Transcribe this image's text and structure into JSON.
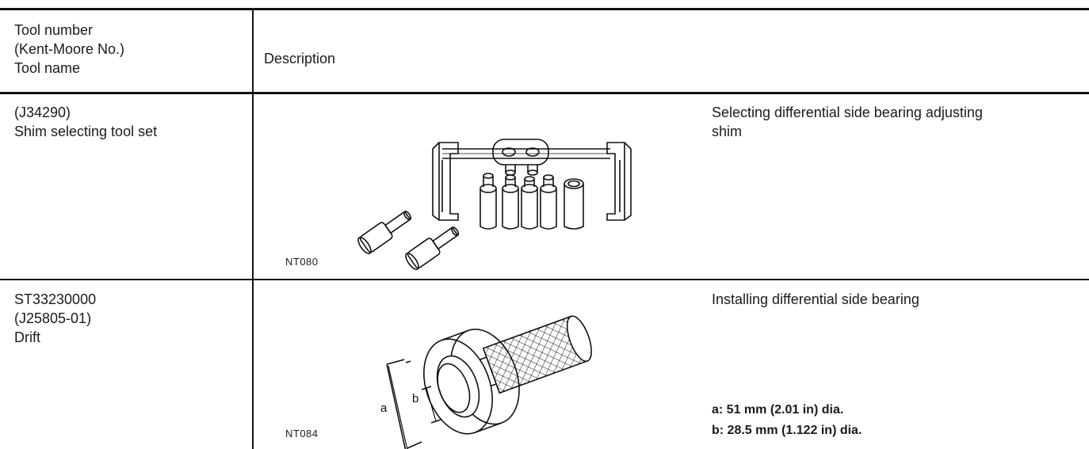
{
  "header": {
    "col1_lines": [
      "Tool number",
      "(Kent-Moore No.)",
      "Tool name"
    ],
    "col2": "Description"
  },
  "rows": [
    {
      "tool_lines": [
        "(J34290)",
        "Shim selecting tool set"
      ],
      "description": "Selecting differential side bearing adjusting\nshim",
      "figure_code": "NT080",
      "figure_icon": "shim-selecting-tool-set-illustration"
    },
    {
      "tool_lines": [
        "ST33230000",
        "(J25805-01)",
        "Drift"
      ],
      "description": "Installing differential side bearing",
      "figure_code": "NT084",
      "figure_icon": "drift-illustration",
      "dimension_labels": [
        "a",
        "b"
      ],
      "specs": [
        "a: 51 mm (2.01 in) dia.",
        "b: 28.5 mm (1.122 in) dia."
      ]
    }
  ]
}
